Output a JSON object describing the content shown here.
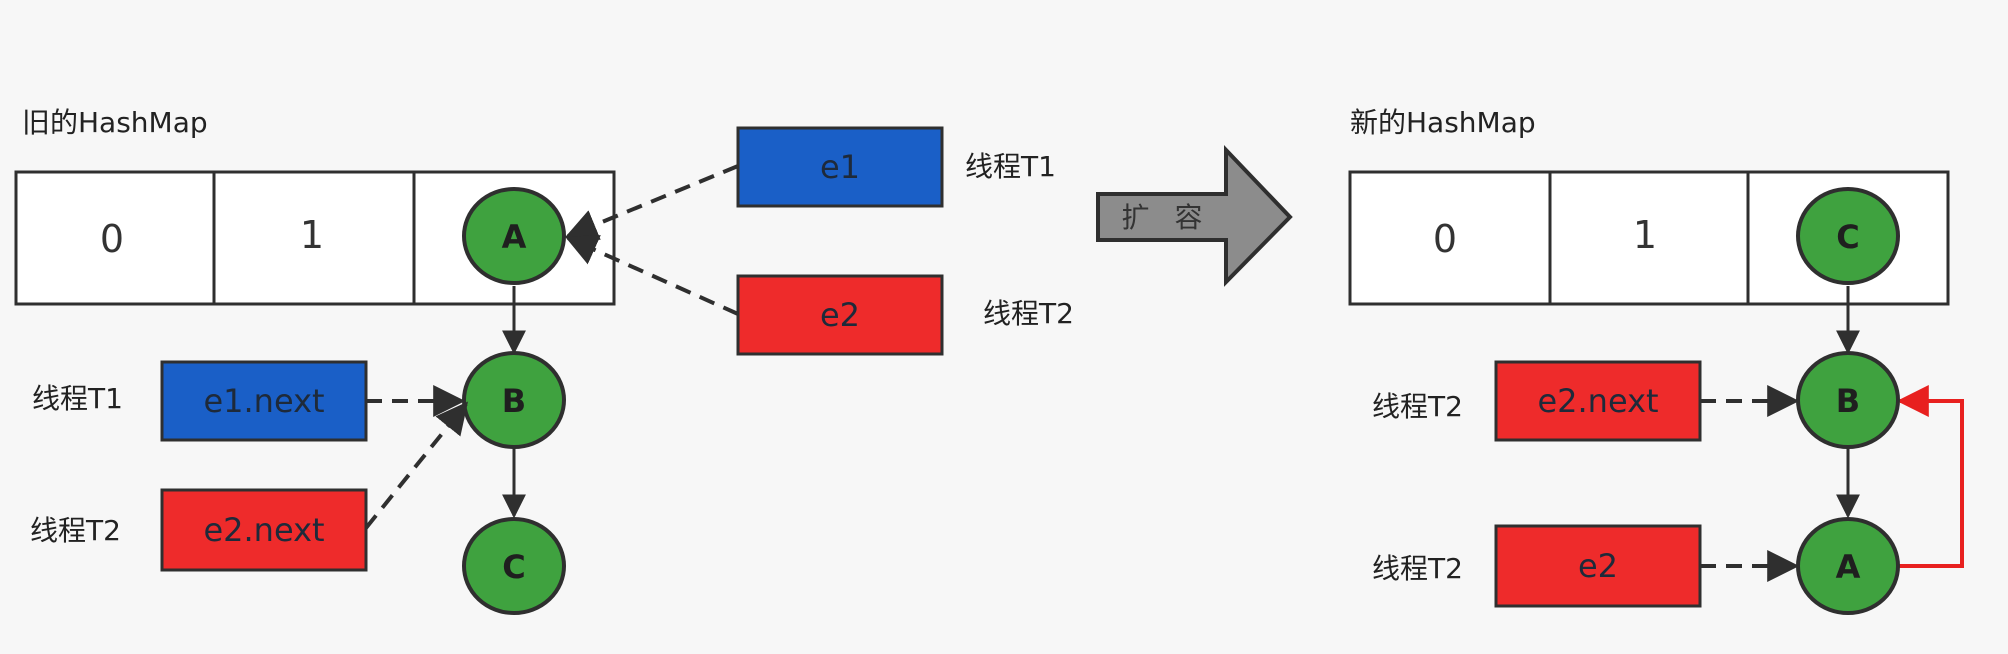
{
  "colors": {
    "background": "#f7f7f7",
    "node_green": "#3fa23f",
    "box_blue": "#1a5fc7",
    "box_red": "#ee2b2b",
    "stroke": "#2f2f2f",
    "highlight_red": "#e8201f",
    "expand_arrow": "#8c8c8c"
  },
  "left": {
    "title": "旧的HashMap",
    "cells": [
      "0",
      "1"
    ],
    "nodes": {
      "a": "A",
      "b": "B",
      "c": "C"
    },
    "ptr_e1": {
      "label": "e1",
      "thread": "线程T1"
    },
    "ptr_e2": {
      "label": "e2",
      "thread": "线程T2"
    },
    "ptr_e1_next": {
      "label": "e1.next",
      "thread": "线程T1"
    },
    "ptr_e2_next": {
      "label": "e2.next",
      "thread": "线程T2"
    }
  },
  "expand": {
    "label": "扩 容"
  },
  "right": {
    "title": "新的HashMap",
    "cells": [
      "0",
      "1"
    ],
    "nodes": {
      "c": "C",
      "b": "B",
      "a": "A"
    },
    "ptr_e2_next": {
      "label": "e2.next",
      "thread": "线程T2"
    },
    "ptr_e2": {
      "label": "e2",
      "thread": "线程T2"
    }
  }
}
